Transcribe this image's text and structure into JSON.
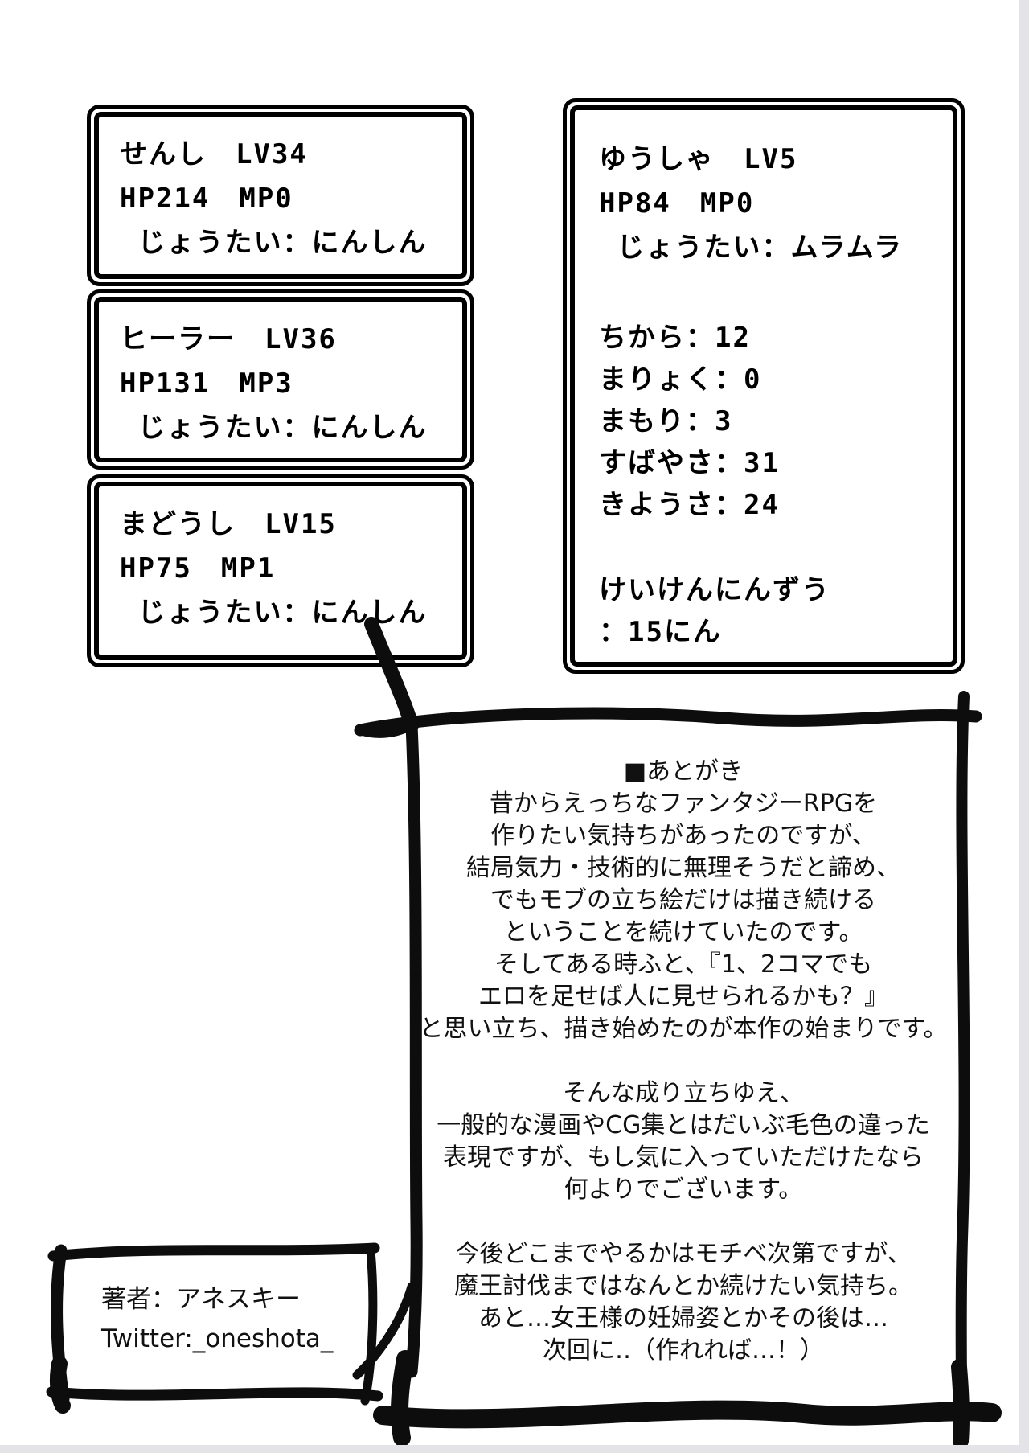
{
  "page": {
    "background_color": "#ffffff",
    "ink_color": "#0d0d0d",
    "scan_edge_color": "#e4e4e8"
  },
  "party_windows": [
    {
      "id": "warrior",
      "name_line": "せんし　LV34",
      "hp_line": "HP214　MP0",
      "status_line": " じょうたい：にんしん"
    },
    {
      "id": "healer",
      "name_line": "ヒーラー　LV36",
      "hp_line": "HP131　MP3",
      "status_line": " じょうたい：にんしん"
    },
    {
      "id": "mage",
      "name_line": "まどうし　LV15",
      "hp_line": "HP75　MP1",
      "status_line": " じょうたい：にんしん"
    }
  ],
  "hero_window": {
    "name_line": "ゆうしゃ　LV5",
    "hp_line": "HP84　MP0",
    "status_line": " じょうたい：ムラムラ",
    "stats": [
      "ちから：12",
      "まりょく：0",
      "まもり：3",
      "すばやさ：31",
      "きようさ：24"
    ],
    "exp_line_1": "けいけんにんずう",
    "exp_line_2": "：15にん"
  },
  "afterword": {
    "lines": [
      "■あとがき",
      "昔からえっちなファンタジーRPGを",
      "作りたい気持ちがあったのですが、",
      "結局気力・技術的に無理そうだと諦め、",
      "でもモブの立ち絵だけは描き続ける",
      "ということを続けていたのです。",
      "そしてある時ふと、『1、2コマでも",
      "エロを足せば人に見せられるかも？』",
      "と思い立ち、描き始めたのが本作の始まりです。",
      "",
      "そんな成り立ちゆえ、",
      "一般的な漫画やCG集とはだいぶ毛色の違った",
      "表現ですが、もし気に入っていただけたなら",
      "何よりでございます。",
      "",
      "今後どこまでやるかはモチベ次第ですが、",
      "魔王討伐まではなんとか続けたい気持ち。",
      "あと…女王様の妊婦姿とかその後は…",
      "次回に‥（作れれば…！）"
    ]
  },
  "author_box": {
    "author_line": "著者：アネスキー",
    "twitter_line": "Twitter:_oneshota_"
  }
}
